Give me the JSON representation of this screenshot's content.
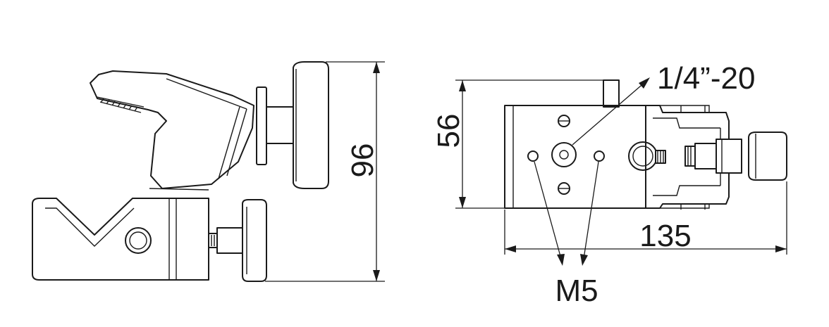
{
  "dimensions": {
    "height_side": "96",
    "height_top": "56",
    "length_top": "135"
  },
  "callouts": {
    "center_thread": "1/4”-20",
    "side_holes": "M5"
  },
  "colors": {
    "line": "#1a1a1a",
    "background": "#ffffff"
  }
}
